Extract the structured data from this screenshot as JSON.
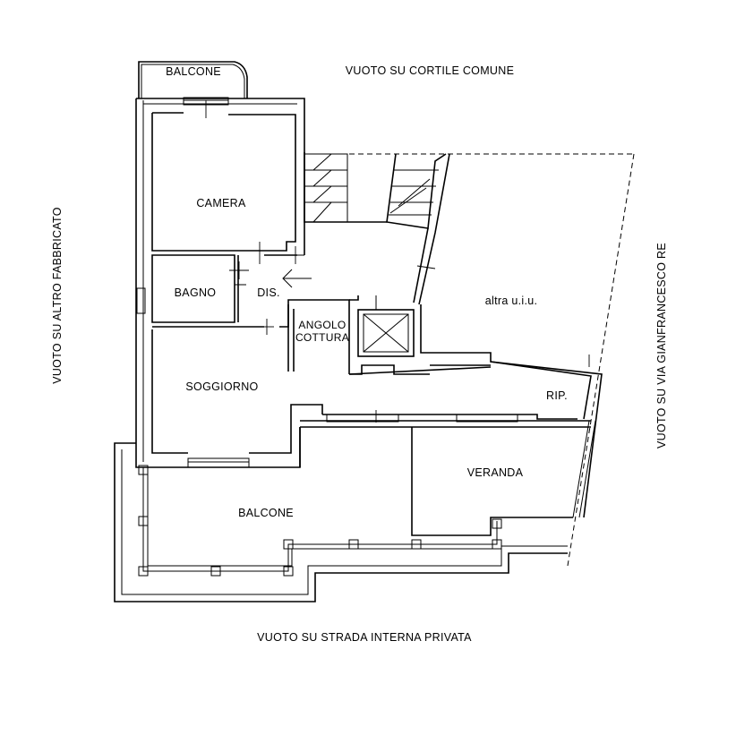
{
  "labels": {
    "balcone_top": "BALCONE",
    "cortile": "VUOTO SU CORTILE COMUNE",
    "camera": "CAMERA",
    "bagno": "BAGNO",
    "dis": "DIS.",
    "angolo_1": "ANGOLO",
    "angolo_2": "COTTURA",
    "soggiorno": "SOGGIORNO",
    "altra": "altra u.i.u.",
    "rip": "RIP.",
    "veranda": "VERANDA",
    "balcone_bottom": "BALCONE",
    "left_side": "VUOTO SU ALTRO FABBRICATO",
    "right_side": "VUOTO SU VIA GIANFRANCESCO RE",
    "bottom_side": "VUOTO SU STRADA INTERNA PRIVATA"
  }
}
